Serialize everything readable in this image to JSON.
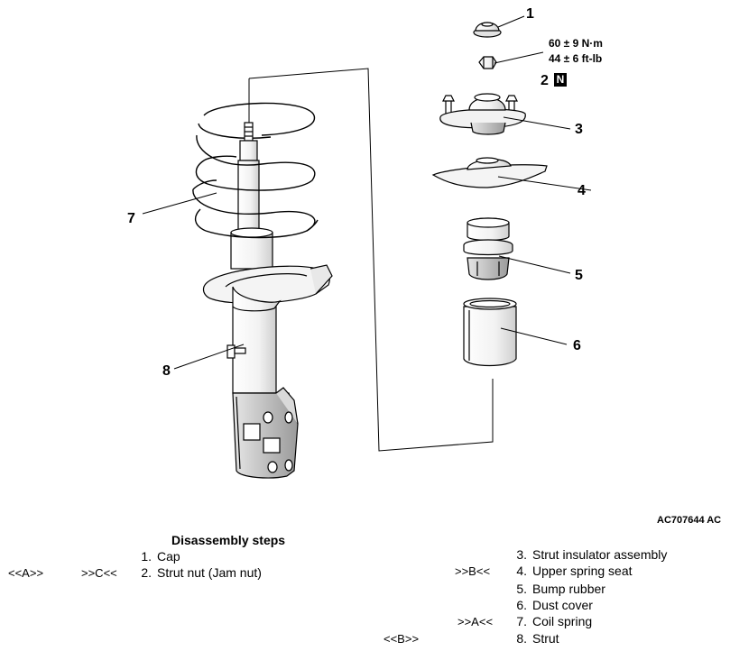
{
  "callouts": {
    "c1": "1",
    "c2": "2",
    "c3": "3",
    "c4": "4",
    "c5": "5",
    "c6": "6",
    "c7": "7",
    "c8": "8"
  },
  "torque": {
    "metric": "60 ± 9 N·m",
    "imperial": "44 ± 6 ft-lb",
    "new_part_badge": "N"
  },
  "figure_code": "AC707644 AC",
  "disassembly": {
    "title": "Disassembly steps",
    "steps": [
      {
        "num": "1.",
        "label": "Cap",
        "pre_mark": "",
        "post_mark": ""
      },
      {
        "num": "2.",
        "label": "Strut nut (Jam nut)",
        "pre_mark": "<<A>>",
        "post_mark": ">>C<<"
      },
      {
        "num": "3.",
        "label": "Strut insulator assembly",
        "pre_mark": "",
        "post_mark": ""
      },
      {
        "num": "4.",
        "label": "Upper spring seat",
        "pre_mark": "",
        "post_mark": ">>B<<"
      },
      {
        "num": "5.",
        "label": "Bump rubber",
        "pre_mark": "",
        "post_mark": ""
      },
      {
        "num": "6.",
        "label": "Dust cover",
        "pre_mark": "",
        "post_mark": ""
      },
      {
        "num": "7.",
        "label": "Coil spring",
        "pre_mark": "",
        "post_mark": ">>A<<"
      },
      {
        "num": "8.",
        "label": "Strut",
        "pre_mark": "<<B>>",
        "post_mark": ""
      }
    ]
  }
}
